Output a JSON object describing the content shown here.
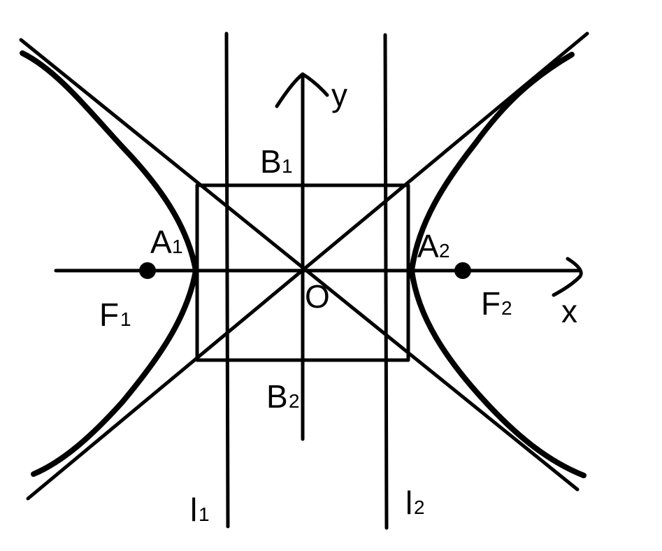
{
  "diagram": {
    "axis_x": "x",
    "axis_y": "y",
    "origin": "O",
    "vertex_left": {
      "letter": "A",
      "index": "1"
    },
    "vertex_right": {
      "letter": "A",
      "index": "2"
    },
    "co_vertex_top": {
      "letter": "B",
      "index": "1"
    },
    "co_vertex_bottom": {
      "letter": "B",
      "index": "2"
    },
    "focus_left": {
      "letter": "F",
      "index": "1"
    },
    "focus_right": {
      "letter": "F",
      "index": "2"
    },
    "directrix_left": {
      "letter": "l",
      "index": "1"
    },
    "directrix_right": {
      "letter": "l",
      "index": "2"
    }
  }
}
